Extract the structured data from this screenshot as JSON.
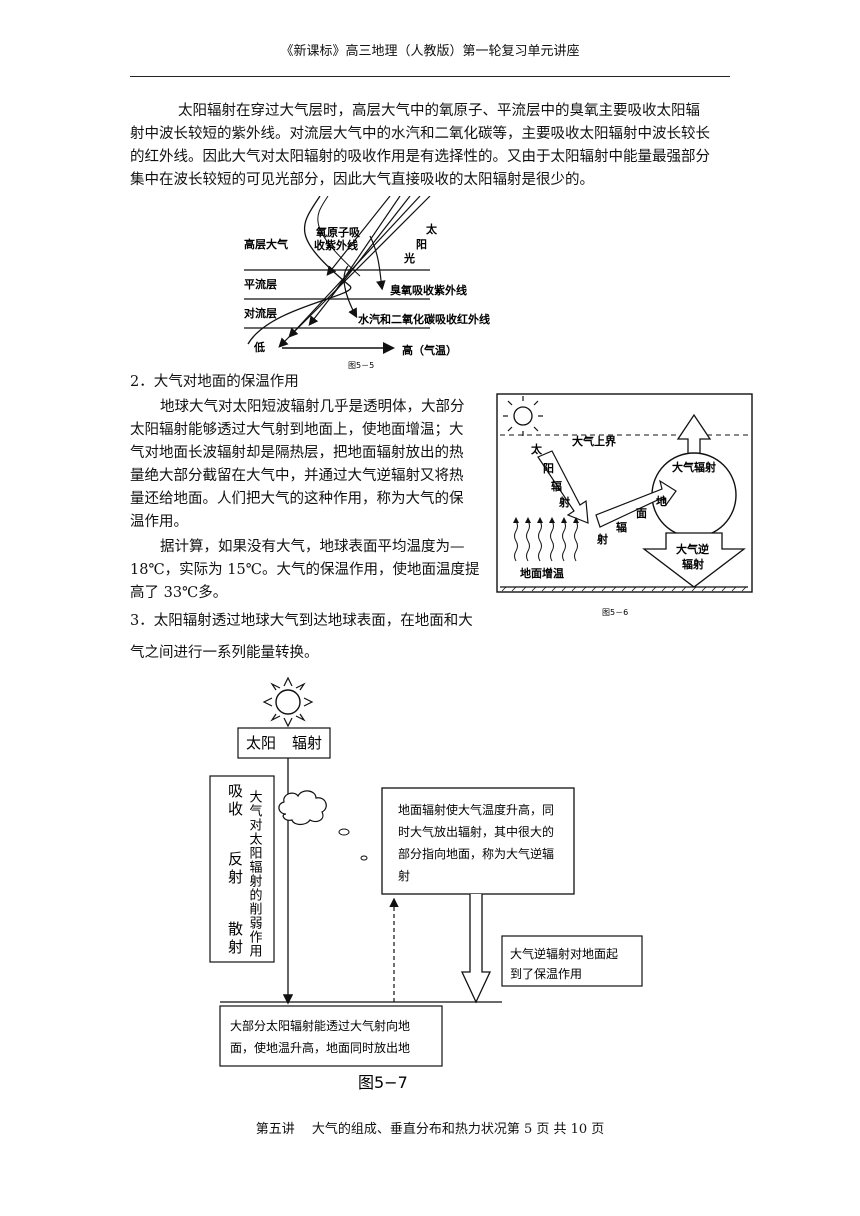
{
  "header": "《新课标》高三地理（人教版）第一轮复习单元讲座",
  "para1_lines": [
    "太阳辐射在穿过大气层时，高层大气中的氧原子、平流层中的臭氧主要吸收太阳辐",
    "射中波长较短的紫外线。对流层大气中的水汽和二氧化碳等，主要吸收太阳辐射中波长较长",
    "的红外线。因此大气对太阳辐射的吸收作用是有选择性的。又由于太阳辐射中能量最强部分",
    "集中在波长较短的可见光部分，因此大气直接吸收的太阳辐射是很少的。"
  ],
  "fig55": {
    "layer_high": "高层大气",
    "layer_strat": "平流层",
    "layer_trop": "对流层",
    "low": "低",
    "high_temp": "高（气温）",
    "oxygen_1": "氧原子吸",
    "oxygen_2": "收紫外线",
    "sun_1": "太",
    "sun_2": "阳",
    "sun_3": "光",
    "ozone": "臭氧吸收紫外线",
    "water": "水汽和二氧化碳吸收红外线",
    "caption": "图5－5"
  },
  "sec2_title": "2．大气对地面的保温作用",
  "sec2_lines": [
    "地球大气对太阳短波辐射几乎是透明体，大部分",
    "太阳辐射能够透过大气射到地面上，使地面增温；大",
    "气对地面长波辐射却是隔热层，把地面辐射放出的热",
    "量绝大部分截留在大气中，并通过大气逆辐射又将热",
    "量还给地面。人们把大气的这种作用，称为大气的保",
    "温作用。"
  ],
  "sec2_calc_lines": [
    "据计算，如果没有大气，地球表面平均温度为—",
    "18℃，实际为 15℃。大气的保温作用，使地面温度提",
    "高了 33℃多。"
  ],
  "sec3_lines": [
    "3．太阳辐射透过地球大气到达地球表面，在地面和大",
    "气之间进行一系列能量转换。"
  ],
  "fig56": {
    "upper_boundary": "大气上界",
    "atm_radiation": "大气辐射",
    "sun_chars": [
      "太",
      "阳",
      "辐",
      "射"
    ],
    "ground_chars": [
      "地",
      "面",
      "辐",
      "射"
    ],
    "back_1": "大气逆",
    "back_2": "辐射",
    "ground_warm": "地面增温",
    "caption": "图5－6"
  },
  "fig57": {
    "solar_box_a": "太阳",
    "solar_box_b": "辐射",
    "left_box_col1": [
      "吸",
      "收",
      "反",
      "射",
      "散",
      "射"
    ],
    "left_box_col2": "大气对太阳辐射的削弱作用",
    "right_box_lines": [
      "地面辐射使大气温度升高，同",
      "时大气放出辐射，其中很大的",
      "部分指向地面，称为大气逆辐",
      "射"
    ],
    "right_small_lines": [
      "大气逆辐射对地面起",
      "到了保温作用"
    ],
    "bottom_box_lines": [
      "大部分太阳辐射能透过大气射向地",
      "面，使地温升高，地面同时放出地"
    ],
    "caption": "图5−7"
  },
  "footer": "第五讲　 大气的组成、垂直分布和热力状况第 5 页 共 10 页"
}
